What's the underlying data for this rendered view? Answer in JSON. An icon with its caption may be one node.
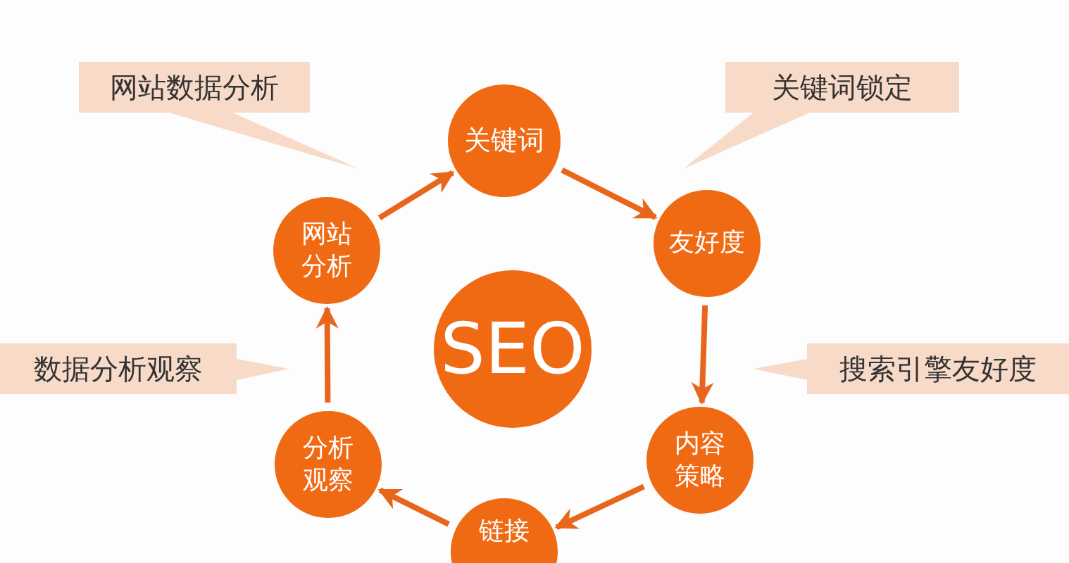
{
  "diagram": {
    "nodes": [
      {
        "text": [
          "网站数据分析"
        ]
      },
      {
        "text": [
          "关键词"
        ]
      },
      {
        "text": [
          "关键词锁定"
        ]
      },
      {
        "text": [
          "网站分析"
        ]
      },
      {
        "text": [
          "友好度"
        ]
      },
      {
        "text": [
          "SEO"
        ]
      },
      {
        "text": [
          "数据分析观察"
        ]
      },
      {
        "text": [
          "搜索引擎友好度"
        ]
      },
      {
        "text": [
          "分析观察"
        ]
      },
      {
        "text": [
          "内容策略"
        ]
      },
      {
        "text": [
          "链接"
        ]
      }
    ],
    "edges": [
      {
        "from": 3,
        "to": 1,
        "arrow": "to"
      },
      {
        "from": 1,
        "to": 4,
        "arrow": "to"
      },
      {
        "from": 4,
        "to": 9,
        "arrow": "to"
      },
      {
        "from": 9,
        "to": 10,
        "arrow": "to"
      },
      {
        "from": 10,
        "to": 8,
        "arrow": "to"
      },
      {
        "from": 8,
        "to": 3,
        "arrow": "to"
      }
    ]
  }
}
